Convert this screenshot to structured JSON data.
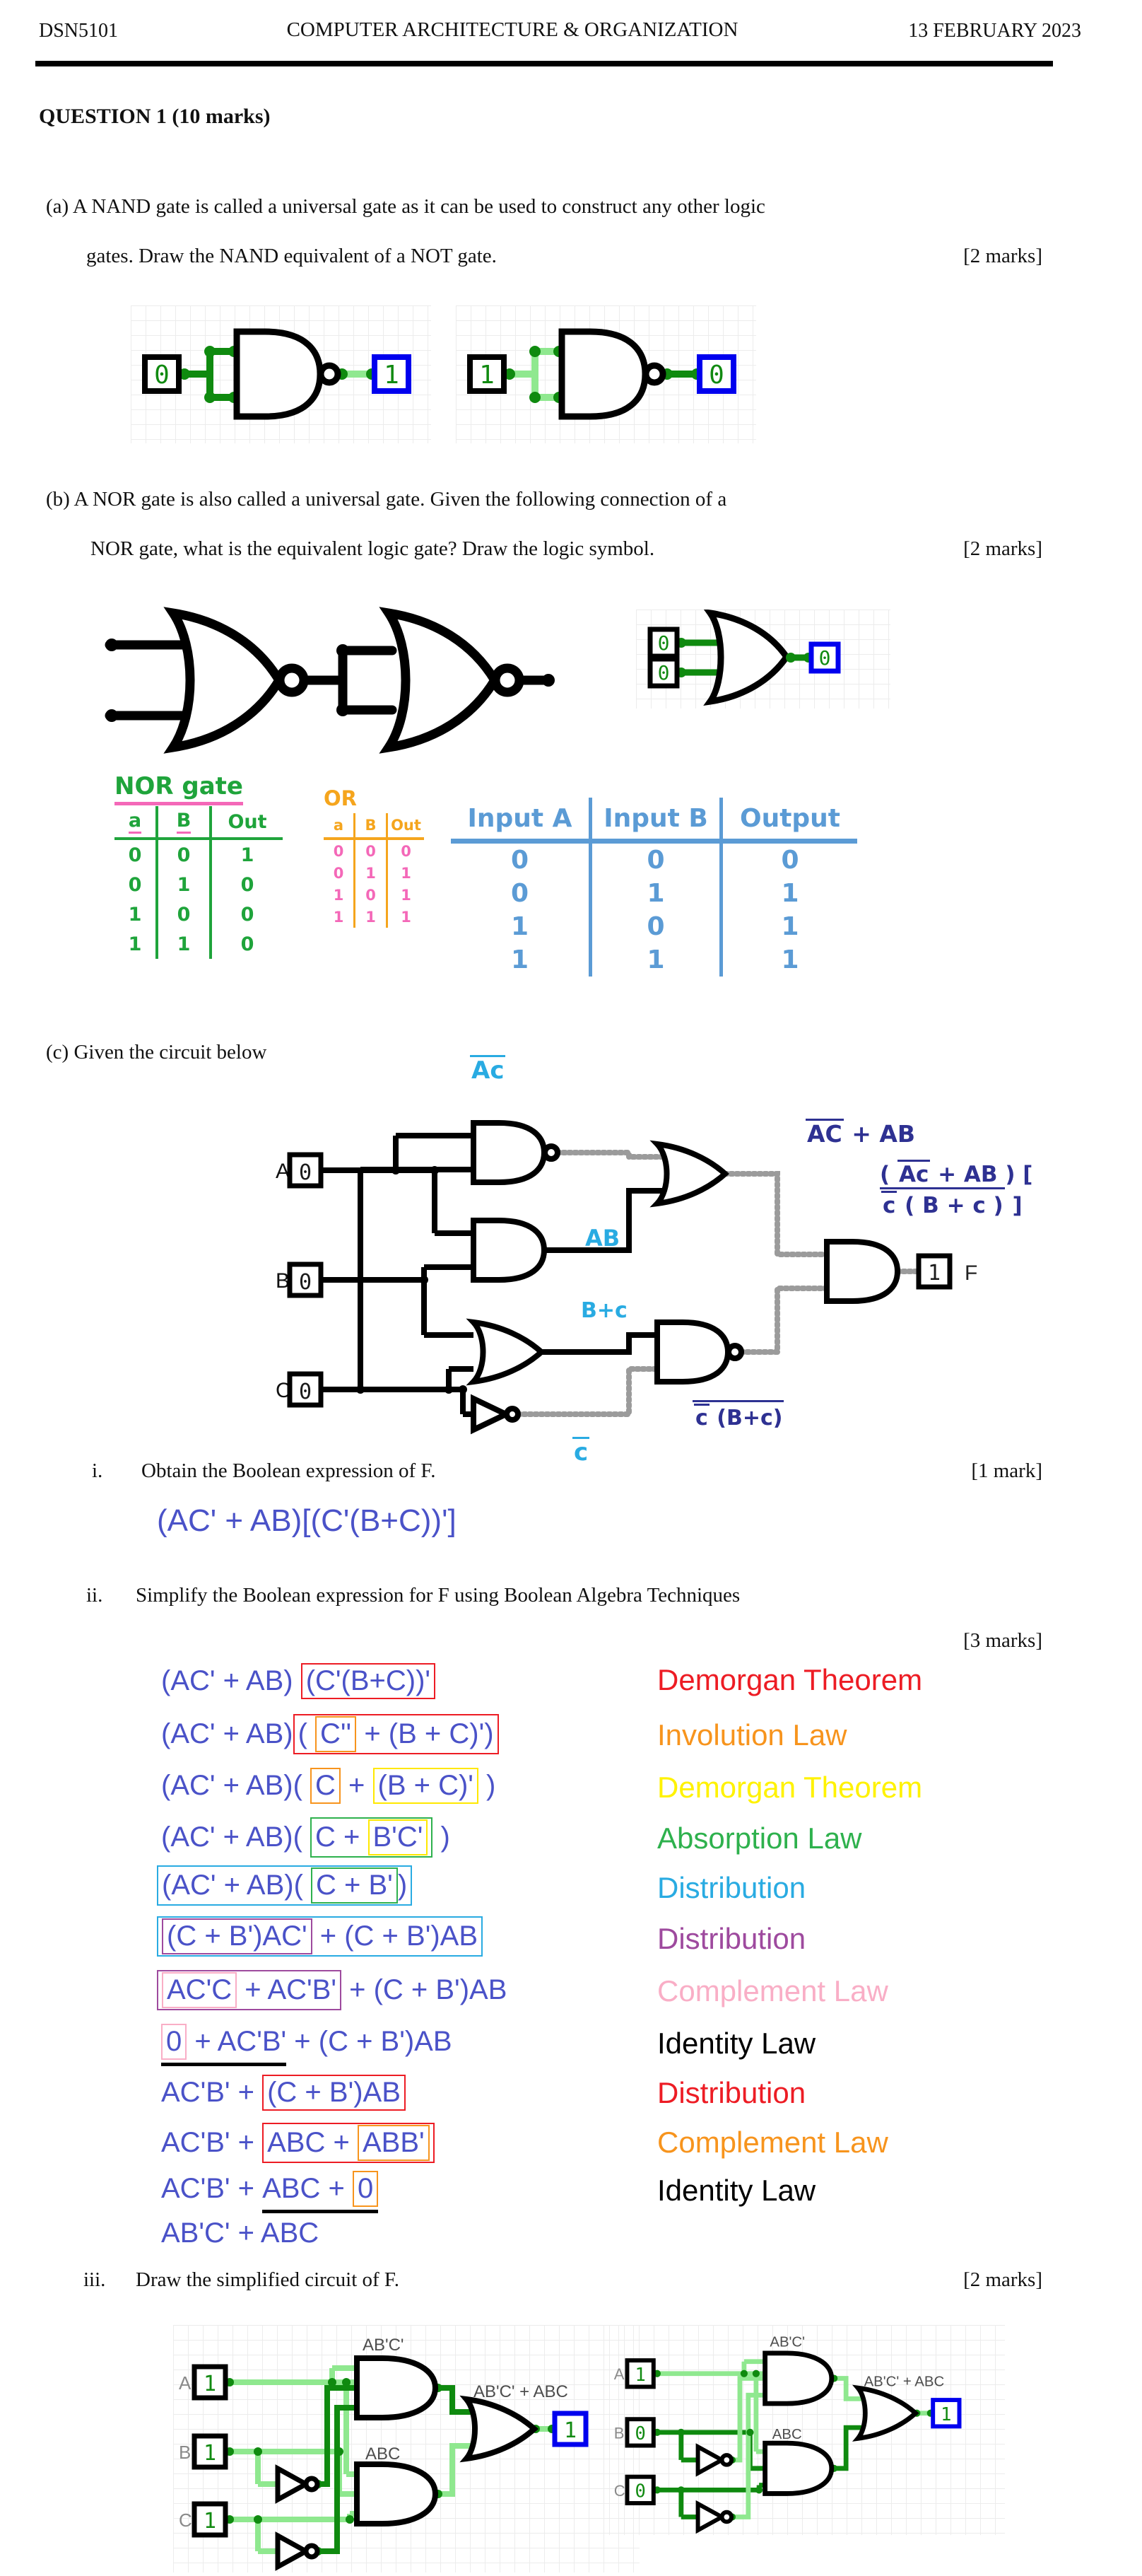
{
  "colors": {
    "blue_expression": "#4a52c8",
    "indigo_handwriting": "#2e3192",
    "cyan_annotation": "#29abe2",
    "wire_high": "#8fe88f",
    "wire_low": "#0f8a0f",
    "output_box_blue": "#0000ee",
    "hand_green": "#1fa43b",
    "hand_orange": "#f5a51d",
    "hand_pink": "#f468b8",
    "hand_blue": "#5b9bd5",
    "law_red": "#ed1c24",
    "law_orange": "#f7941d",
    "law_yellow": "#fff200",
    "law_green": "#2eb14d",
    "law_cyan": "#29abe2",
    "law_purple": "#9e4a9e",
    "law_pink": "#f9aec6",
    "law_black": "#000000"
  },
  "header": {
    "code": "DSN5101",
    "title": "COMPUTER ARCHITECTURE & ORGANIZATION",
    "date": "13 FEBRUARY 2023"
  },
  "q1": {
    "heading": "QUESTION 1 (10 marks)"
  },
  "a": {
    "tag": "(a)",
    "l1": "A NAND gate is called a universal gate as it can be used to construct any other logic",
    "l2": "gates. Draw the NAND equivalent of a NOT gate.",
    "marks": "[2 marks]",
    "sim1": {
      "in": "0",
      "out": "1"
    },
    "sim2": {
      "in": "1",
      "out": "0"
    }
  },
  "b": {
    "tag": "(b)",
    "l1": "A NOR gate is also called a universal gate. Given the following connection of a",
    "l2": "NOR gate, what is the equivalent logic gate? Draw the logic symbol.",
    "marks": "[2 marks]",
    "sim": {
      "in1": "0",
      "in2": "0",
      "out": "0"
    }
  },
  "tables": {
    "nor": {
      "title": "NOR gate",
      "h": [
        "a",
        "B",
        "Out"
      ],
      "rows": [
        [
          "0",
          "0",
          "1"
        ],
        [
          "0",
          "1",
          "0"
        ],
        [
          "1",
          "0",
          "0"
        ],
        [
          "1",
          "1",
          "0"
        ]
      ]
    },
    "or": {
      "title": "OR",
      "h": [
        "a",
        "B",
        "Out"
      ],
      "rows": [
        [
          "0",
          "0",
          "0"
        ],
        [
          "0",
          "1",
          "1"
        ],
        [
          "1",
          "0",
          "1"
        ],
        [
          "1",
          "1",
          "1"
        ]
      ]
    },
    "io": {
      "h": [
        "Input A",
        "Input B",
        "Output"
      ],
      "rows": [
        [
          "0",
          "0",
          "0"
        ],
        [
          "0",
          "1",
          "1"
        ],
        [
          "1",
          "0",
          "1"
        ],
        [
          "1",
          "1",
          "1"
        ]
      ]
    }
  },
  "c": {
    "tag": "(c)",
    "intro": "Given the circuit below",
    "inputs": {
      "a": "A",
      "b": "B",
      "c": "C",
      "av": "0",
      "bv": "0",
      "cv": "0"
    },
    "out": {
      "v": "1",
      "label": "F"
    },
    "ann": {
      "ac": "Ac",
      "sum_ov": "AC",
      "sum_rest": " + AB",
      "ab": "AB",
      "bc": "B+c",
      "cn": "c",
      "n2_c": "c",
      "n2_rest": " (B+c)",
      "hand_open": "( ",
      "hand_ac": "Ac",
      "hand_mid": " + AB ) [ ",
      "hand_c": "c",
      "hand_bc": " ( B + c )",
      "hand_close": " ]"
    }
  },
  "i": {
    "tag": "i.",
    "text": "Obtain the Boolean expression of F.",
    "marks": "[1 mark]",
    "answer": "(AC' + AB)[(C'(B+C))']"
  },
  "ii": {
    "tag": "ii.",
    "text": "Simplify the Boolean expression for F using Boolean Algebra Techniques",
    "marks": "[3 marks]",
    "steps": [
      {
        "p1": "(AC' + AB) ",
        "p2": "(C'(B+C))'",
        "law": "Demorgan Theorem"
      },
      {
        "p1": "(AC' + AB)",
        "p2": "( ",
        "p3": "C''",
        "p4": " + (B + C)')",
        "law": "Involution Law"
      },
      {
        "p1": "(AC' + AB)( ",
        "p2": "C",
        "p3": " + ",
        "p4": "(B + C)'",
        "p5": " )",
        "law": "Demorgan Theorem"
      },
      {
        "p1": "(AC' + AB)( ",
        "p2": "C + ",
        "p3": "B'C'",
        "p4": " )",
        "law": "Absorption Law"
      },
      {
        "p1": "(AC' + AB)( ",
        "p2": "C + B'",
        "p3": ")",
        "law": "Distribution"
      },
      {
        "p1": "(C + B')AC'",
        "p2": " + (C + B')AB",
        "law": "Distribution"
      },
      {
        "p1": "AC'C",
        "p2": " + AC'B'",
        "p3": " + (C + B')AB",
        "law": "Complement Law"
      },
      {
        "p1": "0",
        "p2": " + AC'B'",
        "p3": " + (C + B')AB",
        "law": "Identity Law"
      },
      {
        "p1": "AC'B' + ",
        "p2": "(C + B')AB",
        "law": "Distribution"
      },
      {
        "p1": "AC'B' + ",
        "p2": "ABC + ",
        "p3": "ABB'",
        "law": "Complement Law"
      },
      {
        "p1": "AC'B' + ",
        "p2": "ABC + ",
        "p3": "0",
        "law": "Identity Law"
      },
      {
        "p1": "AB'C' + ABC",
        "law": ""
      }
    ]
  },
  "iii": {
    "tag": "iii.",
    "text": "Draw the simplified circuit of F.",
    "marks": "[2 marks]",
    "left": {
      "a": "A",
      "b": "B",
      "c": "C",
      "av": "1",
      "bv": "1",
      "cv": "1",
      "g1": "AB'C'",
      "g2": "ABC",
      "gor": "AB'C' + ABC",
      "out": "1"
    },
    "right": {
      "a": "A",
      "b": "B",
      "c": "C",
      "av": "1",
      "bv": "0",
      "cv": "0",
      "g1": "AB'C'",
      "g2": "ABC",
      "gor": "AB'C' + ABC",
      "out": "1"
    }
  }
}
